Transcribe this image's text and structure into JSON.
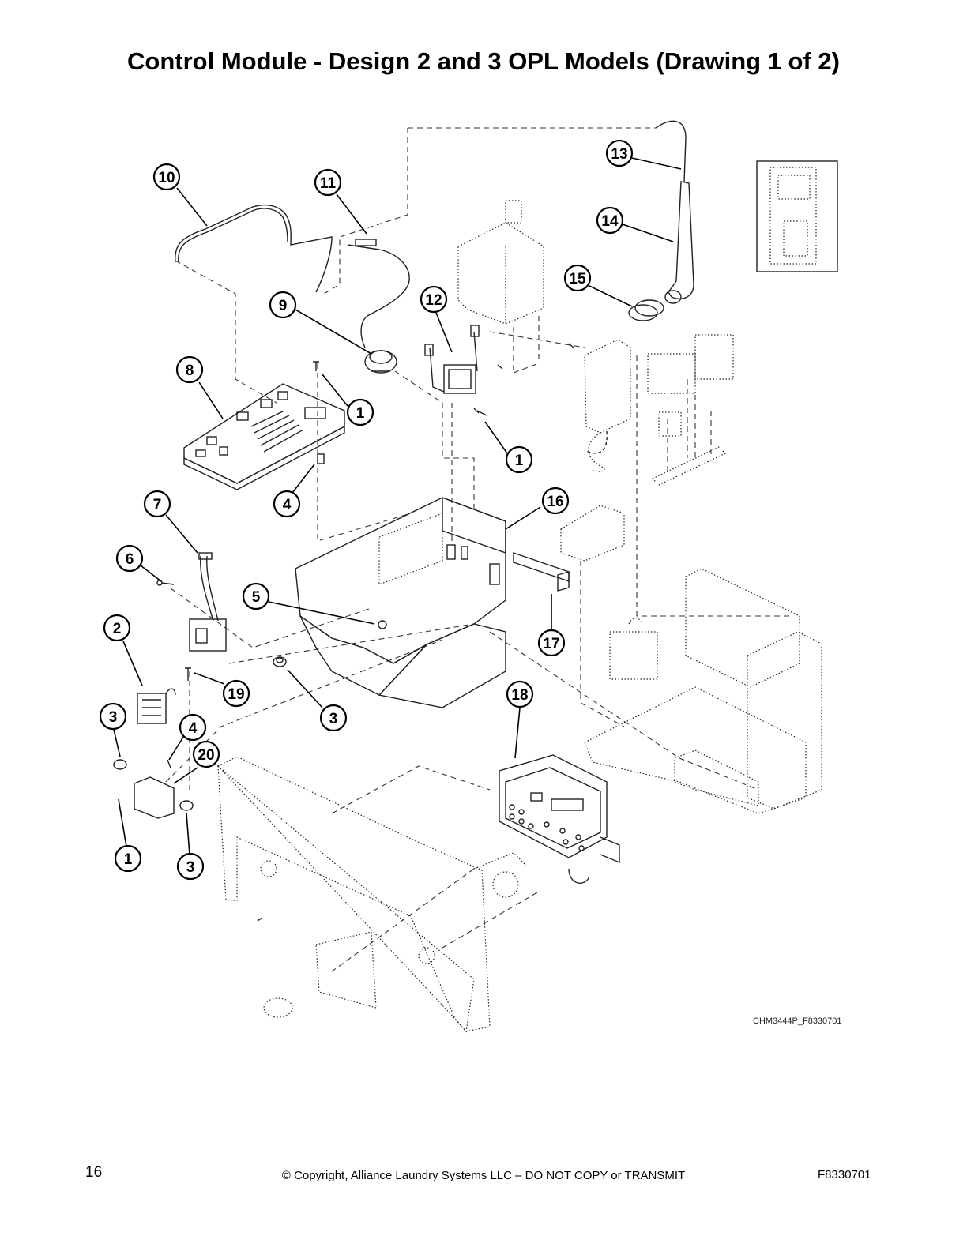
{
  "title": "Control Module - Design 2 and 3 OPL Models (Drawing 1 of 2)",
  "figure_ref": "CHM3444P_F8330701",
  "footer": {
    "page_number": "16",
    "copyright": "© Copyright, Alliance Laundry Systems LLC – DO NOT COPY or TRANSMIT",
    "doc_id": "F8330701"
  },
  "callouts": [
    {
      "id": "c10",
      "label": "10"
    },
    {
      "id": "c11",
      "label": "11"
    },
    {
      "id": "c13",
      "label": "13"
    },
    {
      "id": "c14",
      "label": "14"
    },
    {
      "id": "c15",
      "label": "15"
    },
    {
      "id": "c12",
      "label": "12"
    },
    {
      "id": "c9",
      "label": "9"
    },
    {
      "id": "c8",
      "label": "8"
    },
    {
      "id": "c1a",
      "label": "1"
    },
    {
      "id": "c1b",
      "label": "1"
    },
    {
      "id": "c4a",
      "label": "4"
    },
    {
      "id": "c7",
      "label": "7"
    },
    {
      "id": "c16",
      "label": "16"
    },
    {
      "id": "c6",
      "label": "6"
    },
    {
      "id": "c5",
      "label": "5"
    },
    {
      "id": "c2",
      "label": "2"
    },
    {
      "id": "c17",
      "label": "17"
    },
    {
      "id": "c19",
      "label": "19"
    },
    {
      "id": "c3a",
      "label": "3"
    },
    {
      "id": "c3b",
      "label": "3"
    },
    {
      "id": "c18",
      "label": "18"
    },
    {
      "id": "c4b",
      "label": "4"
    },
    {
      "id": "c20",
      "label": "20"
    },
    {
      "id": "c1c",
      "label": "1"
    },
    {
      "id": "c3c",
      "label": "3"
    }
  ]
}
